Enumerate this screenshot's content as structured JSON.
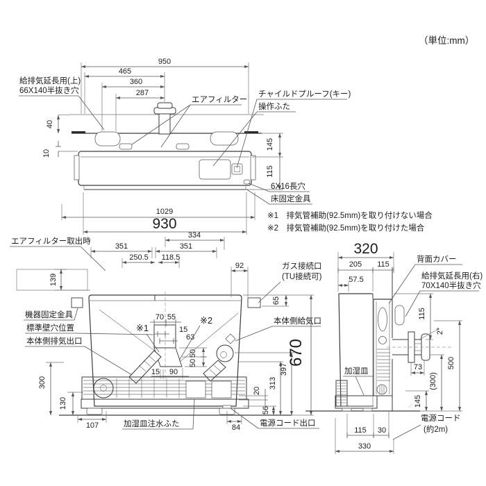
{
  "meta": {
    "unit_note": "（単位:mm）",
    "colors": {
      "line": "#3a3a3a",
      "hatch": "#b5b5b5",
      "text": "#1c1c1c",
      "background": "#ffffff"
    }
  },
  "notes": {
    "n1": "※1　排気管補助(92.5mm)を取り付けない場合",
    "n2": "※2　排気管補助(92.5mm)を取り付けた場合"
  },
  "top": {
    "d950": "950",
    "d465": "465",
    "d360": "360",
    "d287": "287",
    "d40": "40",
    "d10": "10",
    "d145": "145",
    "d115": "115",
    "d1029": "1029",
    "d930": "930",
    "lbl_flue_ext1": "給排気延長用(上)",
    "lbl_flue_ext2": "66X140半抜き穴",
    "lbl_air_filter": "エアフィルター",
    "lbl_childproof": "チャイルドプルーフ(キー)",
    "lbl_lid": "操作ふた",
    "lbl_slot": "6X16長穴",
    "lbl_floor_bracket": "床固定金具"
  },
  "front": {
    "d334": "334",
    "d351a": "351",
    "d351b": "351",
    "d250_5": "250.5",
    "d118_5": "118.5",
    "d92": "92",
    "d139": "139",
    "d65": "65",
    "d70": "70",
    "d55": "55",
    "d15a": "15",
    "d63": "63",
    "d50a": "50",
    "d50b": "50",
    "d15b": "15",
    "d90": "90",
    "d300": "300",
    "d130": "130",
    "d107": "107",
    "d84": "84",
    "d20": "20",
    "d56": "56",
    "d313": "313",
    "d397": "397",
    "d670": "670",
    "ref1": "※1",
    "ref2": "※2",
    "lbl_filter_out": "エアフィルター取出時",
    "lbl_gas1": "ガス接続口",
    "lbl_gas2": "(TU接続可)",
    "lbl_bracket": "機器固定金具",
    "lbl_wall_hole": "標準壁穴位置",
    "lbl_exhaust": "本体側排気出口",
    "lbl_intake": "本体側給気口",
    "lbl_water_lid": "加湿皿注水ふた",
    "lbl_cord_out": "電源コード出口"
  },
  "side": {
    "d320": "320",
    "d205": "205",
    "d115t": "115",
    "d57_5": "57.5",
    "d115r": "115",
    "angle": "2°",
    "d73": "73",
    "d300p": "(300)",
    "d500": "500",
    "d145": "145",
    "d115b": "115",
    "d30": "30",
    "d330": "330",
    "lbl_rear_cover": "背面カバー",
    "lbl_flue_ext1": "給排気延長用(右)",
    "lbl_flue_ext2": "70X140半抜き穴",
    "lbl_tray": "加湿皿",
    "lbl_cord1": "電源コード",
    "lbl_cord2": "(約2m)"
  }
}
